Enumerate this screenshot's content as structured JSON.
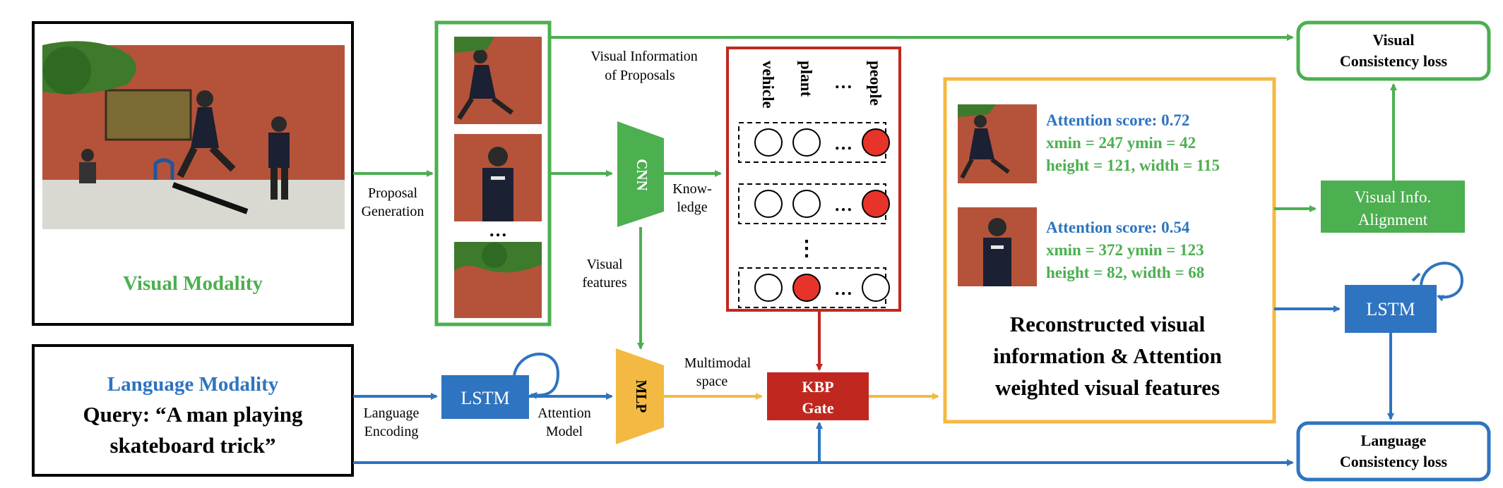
{
  "colors": {
    "green": "#4caf50",
    "blue": "#2e74c0",
    "red": "#c0281f",
    "orange": "#f4b942",
    "black": "#000000",
    "photo_wall": "#b5533a",
    "photo_tree": "#3e7a2c"
  },
  "visual_modality": {
    "label": "Visual Modality"
  },
  "language_modality": {
    "title": "Language Modality",
    "query_line1": "Query: “A man playing",
    "query_line2": "skateboard trick”"
  },
  "proposal_generation": {
    "line1": "Proposal",
    "line2": "Generation"
  },
  "proposals": {
    "ellipsis": "…"
  },
  "visual_info_proposals": {
    "line1": "Visual Information",
    "line2": "of Proposals"
  },
  "cnn": {
    "label": "CNN"
  },
  "knowledge": {
    "line1": "Know-",
    "line2": "ledge"
  },
  "visual_features": {
    "line1": "Visual",
    "line2": "features"
  },
  "knowledge_panel": {
    "categories": [
      "vehicle",
      "plant",
      "…",
      "people"
    ],
    "rows": [
      {
        "slots": [
          "empty",
          "empty",
          "…",
          "red"
        ]
      },
      {
        "slots": [
          "empty",
          "empty",
          "…",
          "red"
        ]
      },
      {
        "slots": [
          "empty",
          "red",
          "…",
          "empty"
        ]
      }
    ],
    "vertical_ellipsis": "⋮"
  },
  "mlp": {
    "label": "MLP"
  },
  "multimodal": {
    "line1": "Multimodal",
    "line2": "space"
  },
  "kbp_gate": {
    "line1": "KBP",
    "line2": "Gate"
  },
  "lstm_left": {
    "label": "LSTM"
  },
  "language_encoding": {
    "line1": "Language",
    "line2": "Encoding"
  },
  "attention_model": {
    "line1": "Attention",
    "line2": "Model"
  },
  "reconstruction": {
    "entries": [
      {
        "score": "Attention score: 0.72",
        "coords": "xmin = 247 ymin = 42",
        "size": "height = 121, width = 115"
      },
      {
        "score": "Attention score: 0.54",
        "coords": "xmin = 372 ymin = 123",
        "size": "height = 82, width = 68"
      }
    ],
    "caption_line1": "Reconstructed visual",
    "caption_line2": "information & Attention",
    "caption_line3": "weighted visual features"
  },
  "visual_consistency": {
    "line1": "Visual",
    "line2": "Consistency loss"
  },
  "visual_info_alignment": {
    "line1": "Visual Info.",
    "line2": "Alignment"
  },
  "lstm_right": {
    "label": "LSTM"
  },
  "language_consistency": {
    "line1": "Language",
    "line2": "Consistency loss"
  }
}
